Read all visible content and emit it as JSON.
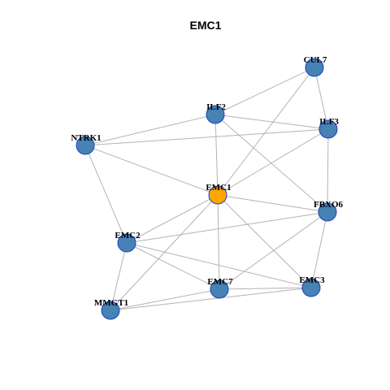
{
  "title": "EMC1",
  "colors": {
    "node_default": "#4682b4",
    "node_center": "#ffa500",
    "node_border": "#1f3fbf",
    "edge": "#b3b3b3"
  },
  "nodes": [
    {
      "id": "CUL7",
      "label": "CUL7",
      "center": false
    },
    {
      "id": "ILF2",
      "label": "ILF2",
      "center": false
    },
    {
      "id": "ILF3",
      "label": "ILF3",
      "center": false
    },
    {
      "id": "NTRK1",
      "label": "NTRK1",
      "center": false
    },
    {
      "id": "EMC1",
      "label": "EMC1",
      "center": true
    },
    {
      "id": "FBXO6",
      "label": "FBXO6",
      "center": false
    },
    {
      "id": "EMC2",
      "label": "EMC2",
      "center": false
    },
    {
      "id": "EMC3",
      "label": "EMC3",
      "center": false
    },
    {
      "id": "EMC7",
      "label": "EMC7",
      "center": false
    },
    {
      "id": "MMGT1",
      "label": "MMGT1",
      "center": false
    }
  ],
  "edges": [
    [
      "CUL7",
      "ILF2"
    ],
    [
      "CUL7",
      "ILF3"
    ],
    [
      "CUL7",
      "EMC1"
    ],
    [
      "ILF2",
      "ILF3"
    ],
    [
      "ILF2",
      "NTRK1"
    ],
    [
      "ILF2",
      "EMC1"
    ],
    [
      "ILF2",
      "FBXO6"
    ],
    [
      "ILF3",
      "NTRK1"
    ],
    [
      "ILF3",
      "EMC1"
    ],
    [
      "ILF3",
      "FBXO6"
    ],
    [
      "NTRK1",
      "EMC1"
    ],
    [
      "NTRK1",
      "EMC2"
    ],
    [
      "EMC1",
      "EMC2"
    ],
    [
      "EMC1",
      "FBXO6"
    ],
    [
      "EMC1",
      "EMC7"
    ],
    [
      "EMC1",
      "EMC3"
    ],
    [
      "EMC1",
      "MMGT1"
    ],
    [
      "FBXO6",
      "EMC2"
    ],
    [
      "FBXO6",
      "EMC7"
    ],
    [
      "FBXO6",
      "EMC3"
    ],
    [
      "EMC2",
      "EMC7"
    ],
    [
      "EMC2",
      "EMC3"
    ],
    [
      "EMC2",
      "MMGT1"
    ],
    [
      "EMC7",
      "EMC3"
    ],
    [
      "EMC7",
      "MMGT1"
    ],
    [
      "EMC3",
      "MMGT1"
    ]
  ]
}
